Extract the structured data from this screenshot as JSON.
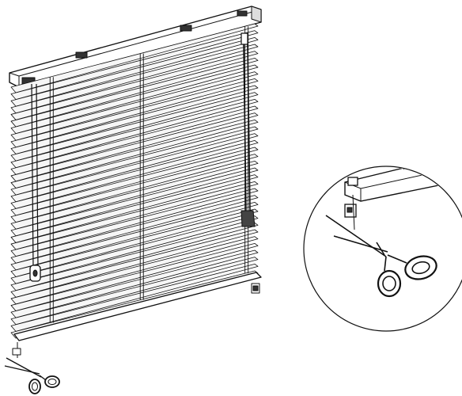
{
  "figure": {
    "main_illustration": "venetian-blind",
    "detail_illustration": "cutting-ladder-cord",
    "icons": [
      "scissors-icon",
      "headrail",
      "tilt-wand",
      "lift-cord",
      "bottom-rail"
    ],
    "colors": {
      "line": "#111111",
      "paper": "#ffffff",
      "slat_fill": "#f6f6f6"
    }
  }
}
